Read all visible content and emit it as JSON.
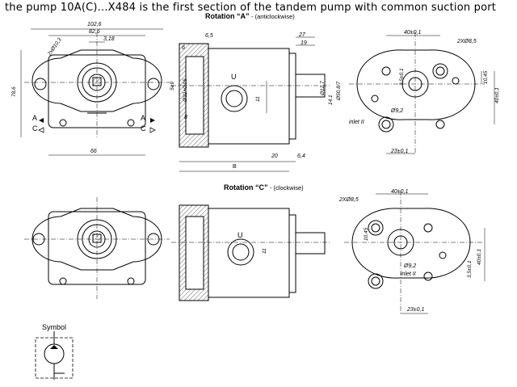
{
  "header": "the pump 10A(C)...X484 is the first section of the tandem pump with common suction port",
  "rotation_a": {
    "title": "Rotation “A”",
    "sub": "- (anticlockwise)"
  },
  "rotation_c": {
    "title": "Rotation “C”",
    "sub": "- (clockwise)"
  },
  "labels": {
    "a": "A",
    "c": "C",
    "u": "U",
    "b": "B",
    "symbol": "Symbol",
    "inlet": "inlet II"
  },
  "dims": {
    "d102": "102,6",
    "d82": "82,6",
    "d318": "3,18",
    "d2x10": "2xØ10,3",
    "d786": "78,6",
    "d66": "66",
    "d65": "6,5",
    "d6": "6",
    "d5": "5e9",
    "d32": "Ø32+0,05",
    "d8": "8",
    "d11": "11",
    "d27": "27",
    "d19": "19",
    "d127": "Ø12,7",
    "d141": "14,1",
    "d508": "Ø50,8/7",
    "d20": "20",
    "d64": "6,4",
    "d40a": "40±0,1",
    "d2x85": "2XØ8,5",
    "d3525": "3,5±0,1",
    "d1045": "10,45",
    "d40b": "40±0,1",
    "d92": "Ø9,2",
    "d23": "23±0,1"
  }
}
